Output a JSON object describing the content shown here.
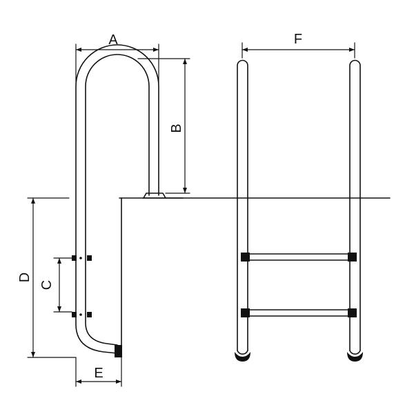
{
  "diagram": {
    "labels": {
      "A": "A",
      "B": "B",
      "C": "C",
      "D": "D",
      "E": "E",
      "F": "F"
    },
    "colors": {
      "stroke": "#111111",
      "background": "#ffffff",
      "bracket": "#111111"
    }
  }
}
